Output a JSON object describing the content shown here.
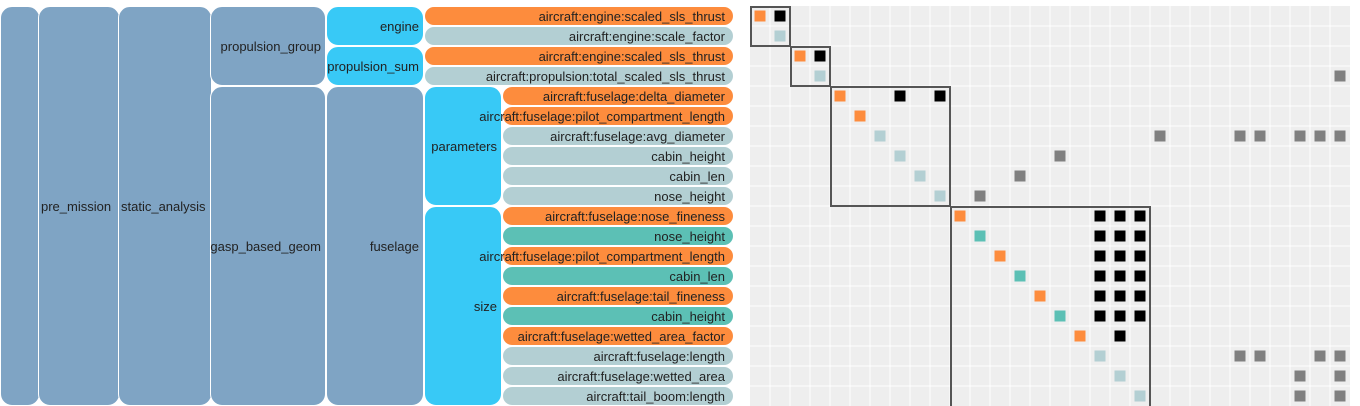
{
  "colors": {
    "group": "#7fa4c4",
    "subgroup": "#38c9f6",
    "orange": "#fd8c3d",
    "teal": "#5cc0b5",
    "light": "#b3cfd3",
    "cell_bg": "#eeeeee",
    "conn_black": "#000000",
    "conn_gray": "#808080",
    "box_stroke": "#555555"
  },
  "tree": {
    "root_label": "",
    "pre_mission": "pre_mission",
    "static_analysis": "static_analysis",
    "propulsion_group": "propulsion_group",
    "gasp_based_geom": "gasp_based_geom",
    "engine": "engine",
    "propulsion_sum": "propulsion_sum",
    "fuselage": "fuselage",
    "parameters": "parameters",
    "size": "size"
  },
  "variables": [
    {
      "label": "aircraft:engine:scaled_sls_thrust",
      "kind": "orange"
    },
    {
      "label": "aircraft:engine:scale_factor",
      "kind": "light"
    },
    {
      "label": "aircraft:engine:scaled_sls_thrust",
      "kind": "orange"
    },
    {
      "label": "aircraft:propulsion:total_scaled_sls_thrust",
      "kind": "light"
    },
    {
      "label": "aircraft:fuselage:delta_diameter",
      "kind": "orange"
    },
    {
      "label": "aircraft:fuselage:pilot_compartment_length",
      "kind": "orange"
    },
    {
      "label": "aircraft:fuselage:avg_diameter",
      "kind": "light"
    },
    {
      "label": "cabin_height",
      "kind": "light"
    },
    {
      "label": "cabin_len",
      "kind": "light"
    },
    {
      "label": "nose_height",
      "kind": "light"
    },
    {
      "label": "aircraft:fuselage:nose_fineness",
      "kind": "orange"
    },
    {
      "label": "nose_height",
      "kind": "teal"
    },
    {
      "label": "aircraft:fuselage:pilot_compartment_length",
      "kind": "orange"
    },
    {
      "label": "cabin_len",
      "kind": "teal"
    },
    {
      "label": "aircraft:fuselage:tail_fineness",
      "kind": "orange"
    },
    {
      "label": "cabin_height",
      "kind": "teal"
    },
    {
      "label": "aircraft:fuselage:wetted_area_factor",
      "kind": "orange"
    },
    {
      "label": "aircraft:fuselage:length",
      "kind": "light"
    },
    {
      "label": "aircraft:fuselage:wetted_area",
      "kind": "light"
    },
    {
      "label": "aircraft:tail_boom:length",
      "kind": "light"
    }
  ],
  "matrix": {
    "rows": 20,
    "cols": 30,
    "connections": [
      {
        "r": 0,
        "c": 1,
        "color": "black"
      },
      {
        "r": 2,
        "c": 3,
        "color": "black"
      },
      {
        "r": 3,
        "c": 29,
        "color": "gray"
      },
      {
        "r": 4,
        "c": 7,
        "color": "black"
      },
      {
        "r": 4,
        "c": 9,
        "color": "black"
      },
      {
        "r": 6,
        "c": 20,
        "color": "gray"
      },
      {
        "r": 6,
        "c": 24,
        "color": "gray"
      },
      {
        "r": 6,
        "c": 25,
        "color": "gray"
      },
      {
        "r": 6,
        "c": 27,
        "color": "gray"
      },
      {
        "r": 6,
        "c": 28,
        "color": "gray"
      },
      {
        "r": 6,
        "c": 29,
        "color": "gray"
      },
      {
        "r": 7,
        "c": 15,
        "color": "gray"
      },
      {
        "r": 8,
        "c": 13,
        "color": "gray"
      },
      {
        "r": 9,
        "c": 11,
        "color": "gray"
      },
      {
        "r": 10,
        "c": 17,
        "color": "black"
      },
      {
        "r": 10,
        "c": 18,
        "color": "black"
      },
      {
        "r": 10,
        "c": 19,
        "color": "black"
      },
      {
        "r": 11,
        "c": 17,
        "color": "black"
      },
      {
        "r": 11,
        "c": 18,
        "color": "black"
      },
      {
        "r": 11,
        "c": 19,
        "color": "black"
      },
      {
        "r": 12,
        "c": 17,
        "color": "black"
      },
      {
        "r": 12,
        "c": 18,
        "color": "black"
      },
      {
        "r": 12,
        "c": 19,
        "color": "black"
      },
      {
        "r": 13,
        "c": 17,
        "color": "black"
      },
      {
        "r": 13,
        "c": 18,
        "color": "black"
      },
      {
        "r": 13,
        "c": 19,
        "color": "black"
      },
      {
        "r": 14,
        "c": 17,
        "color": "black"
      },
      {
        "r": 14,
        "c": 18,
        "color": "black"
      },
      {
        "r": 14,
        "c": 19,
        "color": "black"
      },
      {
        "r": 15,
        "c": 17,
        "color": "black"
      },
      {
        "r": 15,
        "c": 18,
        "color": "black"
      },
      {
        "r": 15,
        "c": 19,
        "color": "black"
      },
      {
        "r": 16,
        "c": 18,
        "color": "black"
      },
      {
        "r": 17,
        "c": 24,
        "color": "gray"
      },
      {
        "r": 17,
        "c": 25,
        "color": "gray"
      },
      {
        "r": 17,
        "c": 28,
        "color": "gray"
      },
      {
        "r": 17,
        "c": 29,
        "color": "gray"
      },
      {
        "r": 18,
        "c": 27,
        "color": "gray"
      },
      {
        "r": 18,
        "c": 29,
        "color": "gray"
      },
      {
        "r": 19,
        "c": 27,
        "color": "gray"
      },
      {
        "r": 19,
        "c": 29,
        "color": "gray"
      }
    ],
    "blocks": [
      {
        "start": 0,
        "end": 1
      },
      {
        "start": 2,
        "end": 3
      },
      {
        "start": 4,
        "end": 9
      },
      {
        "start": 10,
        "end": 19
      }
    ]
  }
}
